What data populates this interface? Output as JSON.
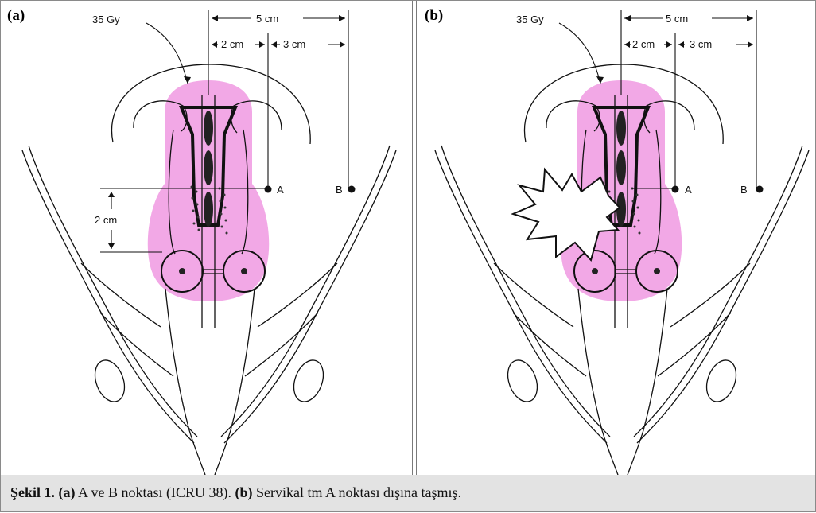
{
  "panels": [
    {
      "label": "(a)",
      "dose": "35 Gy",
      "width_total": "5 cm",
      "width_inner": "2 cm",
      "width_outer": "3 cm",
      "point_a": "A",
      "point_b": "B",
      "height": "2 cm"
    },
    {
      "label": "(b)",
      "dose": "35 Gy",
      "width_total": "5 cm",
      "width_inner": "2 cm",
      "width_outer": "3 cm",
      "point_a": "A",
      "point_b": "B"
    }
  ],
  "caption": {
    "figure": "Şekil 1.",
    "part_a_label": "(a)",
    "part_a_text": " A ve B noktası (ICRU 38). ",
    "part_b_label": "(b)",
    "part_b_text": " Servikal tm A noktası dışına taşmış."
  },
  "colors": {
    "dose_region": "#f2a8e6",
    "caption_bg": "#e3e3e3",
    "border": "#8a8a8a"
  }
}
